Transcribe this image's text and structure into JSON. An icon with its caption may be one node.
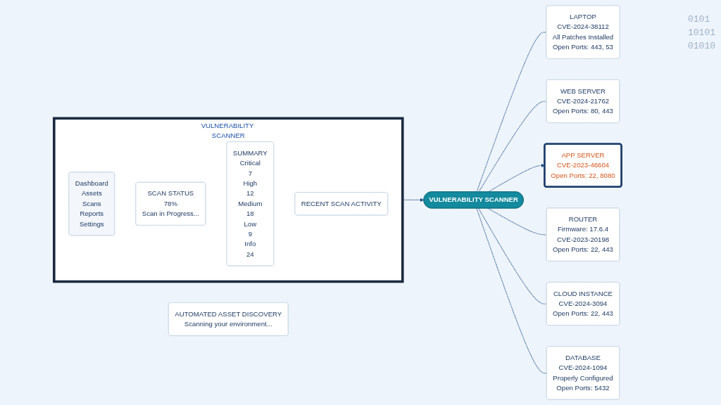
{
  "diagram": {
    "nodes": [
      {
        "text": [
          "AUTOMATED ASSET DISCOVERY",
          "Scanning your environment..."
        ]
      },
      {
        "text": [
          "VULNERABILITY SCANNER"
        ]
      },
      {
        "text": [
          "Dashboard",
          "Assets",
          "Scans",
          "Reports",
          "Settings"
        ],
        "in": 1
      },
      {
        "text": [
          "SCAN STATUS",
          "78%",
          "Scan in Progress..."
        ],
        "in": 1
      },
      {
        "text": [
          "SUMMARY",
          "Critical",
          "7",
          "High",
          "12",
          "Medium",
          "18",
          "Low",
          "9",
          "Info",
          "24"
        ],
        "in": 1
      },
      {
        "text": [
          "RECENT SCAN ACTIVITY"
        ],
        "in": 1
      },
      {
        "text": [
          "LAPTOP",
          "CVE-2024-38112",
          "All Patches Installed",
          "Open Ports: 443, 53"
        ]
      },
      {
        "text": [
          "WEB SERVER",
          "CVE-2024-21762",
          "Open Ports: 80, 443"
        ]
      },
      {
        "text": [
          "VULNERABILITY SCANNER"
        ]
      },
      {
        "text": [
          "APP SERVER",
          "CVE-2023-46604",
          "Open Ports: 22, 8080"
        ]
      },
      {
        "text": [
          "ROUTER",
          "Firmware: 17.6.4",
          "CVE-2023-20198",
          "Open Ports: 22, 443"
        ]
      },
      {
        "text": [
          "CLOUD INSTANCE",
          "CVE-2024-3094",
          "Open Ports: 22, 443"
        ]
      },
      {
        "text": [
          "DATABASE",
          "CVE-2024-1094",
          "Properly Configured",
          "Open Ports: 5432"
        ]
      }
    ],
    "edges": [
      {
        "from": 1,
        "to": 8,
        "arrow": "to",
        "style": "dashed"
      },
      {
        "from": 8,
        "to": 6,
        "arrow": "none",
        "style": "dashed"
      },
      {
        "from": 8,
        "to": 7,
        "arrow": "none",
        "style": "dashed"
      },
      {
        "from": 8,
        "to": 9,
        "arrow": "to",
        "style": "dashed"
      },
      {
        "from": 8,
        "to": 10,
        "arrow": "none",
        "style": "dashed"
      },
      {
        "from": 8,
        "to": 11,
        "arrow": "none",
        "style": "dashed"
      },
      {
        "from": 8,
        "to": 12,
        "arrow": "none",
        "style": "dashed"
      }
    ],
    "labels": [
      "0101",
      "10101",
      "01010"
    ]
  }
}
